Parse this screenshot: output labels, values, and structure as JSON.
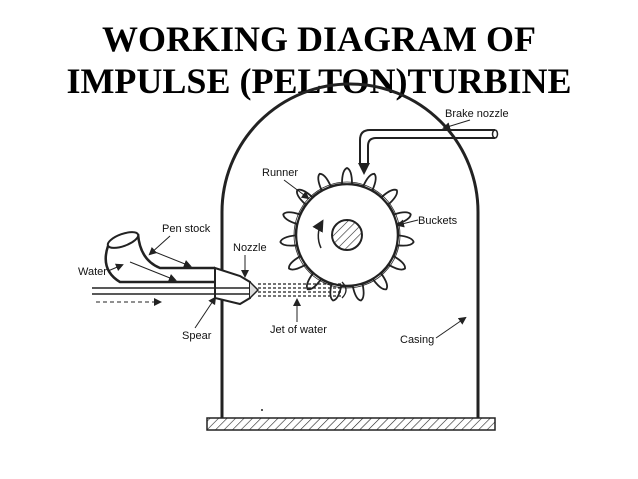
{
  "title": {
    "line1": "WORKING DIAGRAM OF",
    "line2": "IMPULSE (PELTON)TURBINE"
  },
  "labels": {
    "brake_nozzle": "Brake nozzle",
    "runner": "Runner",
    "buckets": "Buckets",
    "pen_stock": "Pen stock",
    "nozzle": "Nozzle",
    "water": "Water",
    "spear": "Spear",
    "jet_of_water": "Jet of water",
    "casing": "Casing"
  }
}
